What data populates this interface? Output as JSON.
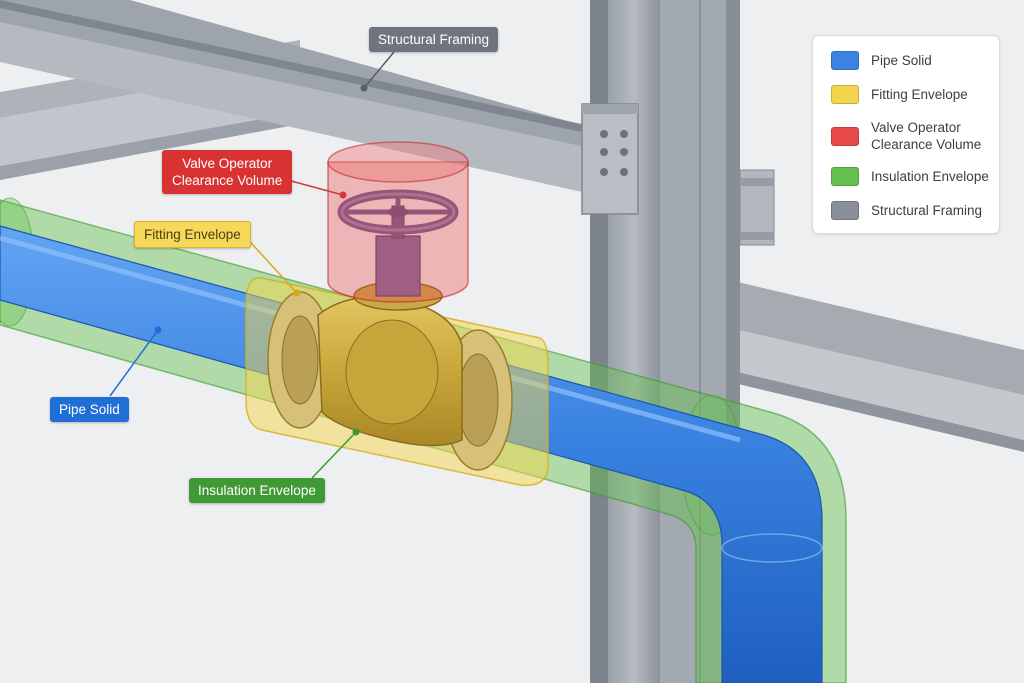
{
  "colors": {
    "pipe_solid": "#3a83e0",
    "fitting_envelope": "#f3d64e",
    "valve_operator_clearance": "#e84a4a",
    "insulation_envelope": "#64c04e",
    "structural_framing": "#8a9099"
  },
  "callouts": {
    "structural_framing": "Structural Framing",
    "valve_operator_clearance": [
      "Valve Operator",
      "Clearance Volume"
    ],
    "fitting_envelope": "Fitting Envelope",
    "pipe_solid": "Pipe Solid",
    "insulation_envelope": "Insulation Envelope"
  },
  "legend": {
    "items": [
      {
        "label": [
          "Pipe Solid"
        ],
        "color": "#3a83e0",
        "icon": "blue-swatch"
      },
      {
        "label": [
          "Fitting Envelope"
        ],
        "color": "#f3d64e",
        "icon": "yellow-swatch"
      },
      {
        "label": [
          "Valve Operator",
          "Clearance Volume"
        ],
        "color": "#e84a4a",
        "icon": "red-swatch"
      },
      {
        "label": [
          "Insulation Envelope"
        ],
        "color": "#64c04e",
        "icon": "green-swatch"
      },
      {
        "label": [
          "Structural Framing"
        ],
        "color": "#8a9099",
        "icon": "gray-swatch"
      }
    ]
  }
}
